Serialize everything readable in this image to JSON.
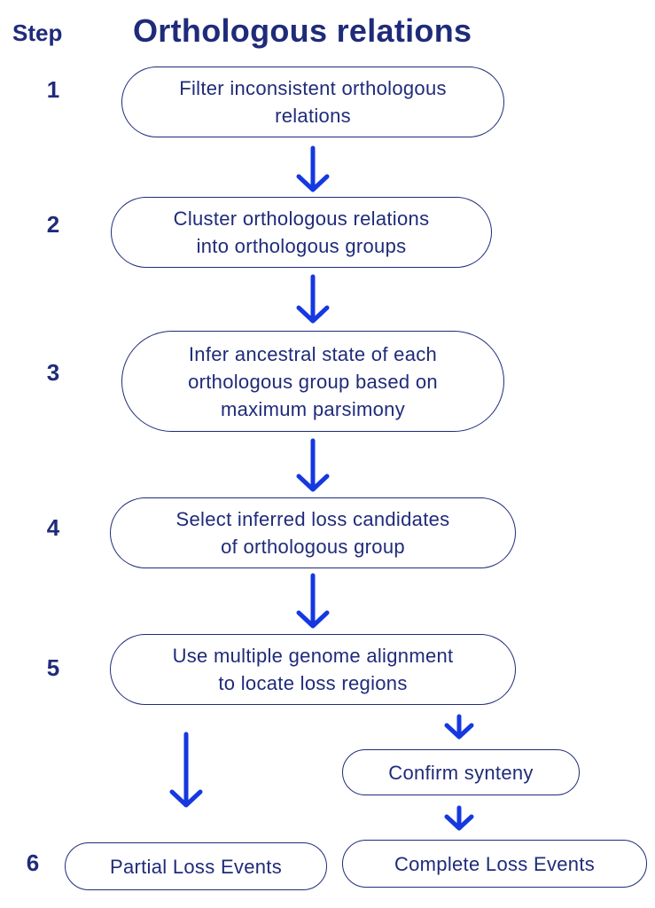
{
  "header": {
    "step_label": "Step",
    "title": "Orthologous relations"
  },
  "colors": {
    "text": "#1f2b7a",
    "arrow": "#1538e0",
    "border": "#1f2b7a"
  },
  "steps": [
    {
      "number": "1",
      "text": "Filter inconsistent orthologous\nrelations"
    },
    {
      "number": "2",
      "text": "Cluster orthologous relations\ninto orthologous groups"
    },
    {
      "number": "3",
      "text": "Infer ancestral state of each\northologous group based on\nmaximum parsimony"
    },
    {
      "number": "4",
      "text": "Select inferred loss candidates\nof orthologous group"
    },
    {
      "number": "5",
      "text": "Use multiple genome alignment\nto locate loss regions"
    },
    {
      "number": "6"
    }
  ],
  "branch": {
    "synteny": "Confirm synteny",
    "partial": "Partial Loss Events",
    "complete": "Complete Loss Events"
  }
}
